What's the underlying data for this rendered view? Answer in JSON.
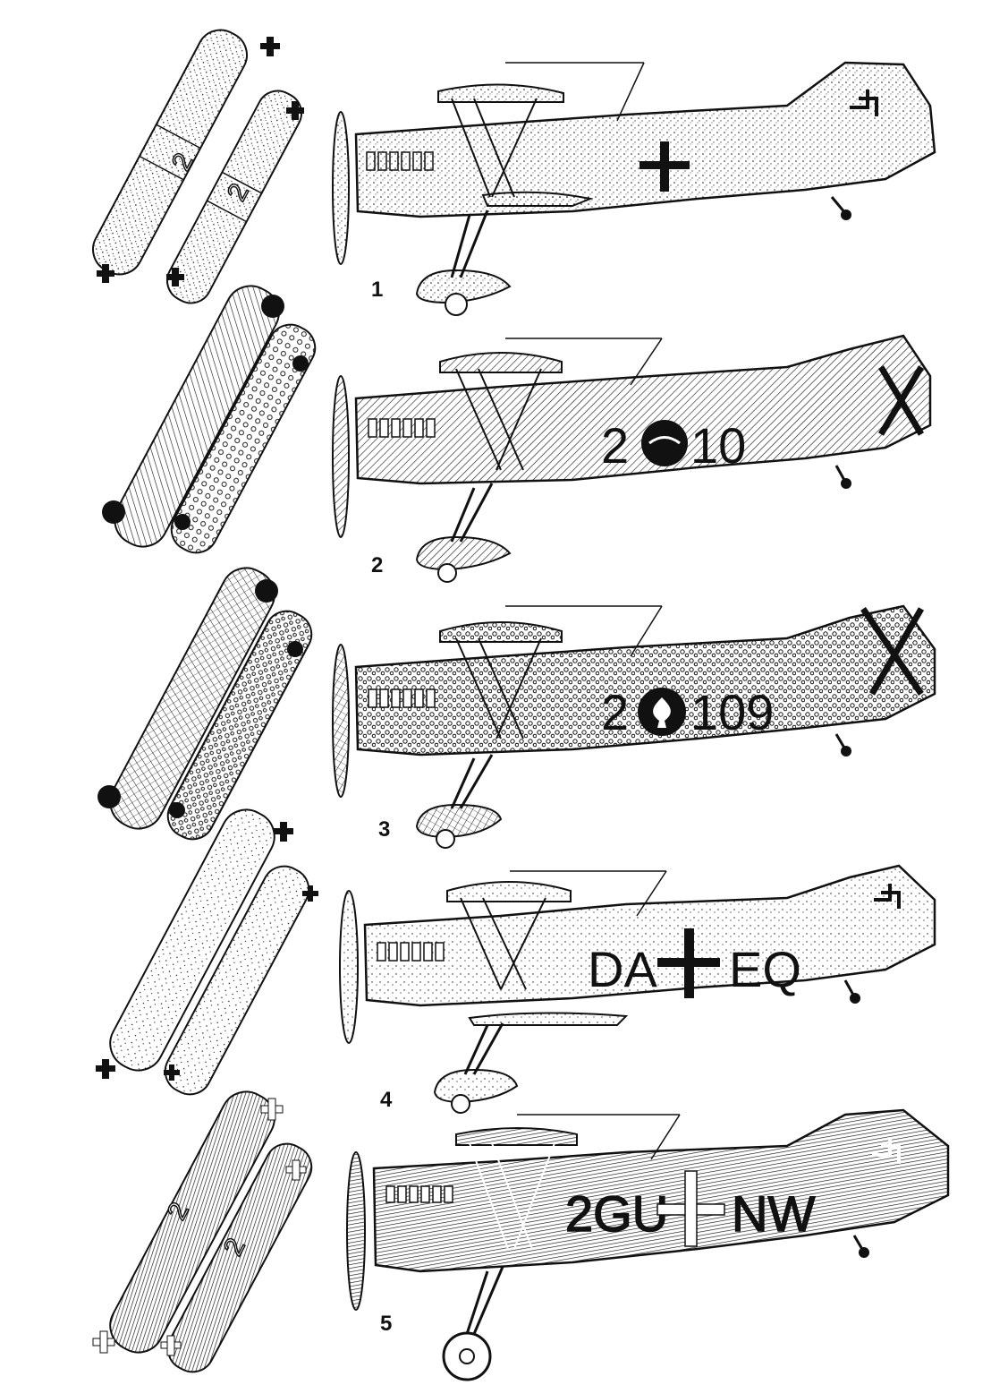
{
  "plate": {
    "variants": [
      {
        "number": "1",
        "wing_marking": "cross",
        "wing_code": "2",
        "tail_marking": "swastika",
        "fuselage_code_left": "",
        "fuselage_code_right": "",
        "fuselage_insignia": "cross",
        "pattern": "stipple"
      },
      {
        "number": "2",
        "wing_marking": "disc",
        "wing_code": "",
        "tail_marking": "saltire",
        "fuselage_code_left": "2",
        "fuselage_code_right": "10",
        "fuselage_insignia": "disc-bird",
        "pattern": "hatched"
      },
      {
        "number": "3",
        "wing_marking": "disc",
        "wing_code": "",
        "tail_marking": "saltire",
        "fuselage_code_left": "2",
        "fuselage_code_right": "109",
        "fuselage_insignia": "disc-spade",
        "pattern": "mottled"
      },
      {
        "number": "4",
        "wing_marking": "cross",
        "wing_code": "",
        "tail_marking": "swastika",
        "fuselage_code_left": "DA",
        "fuselage_code_right": "EQ",
        "fuselage_insignia": "cross",
        "pattern": "stipple-light"
      },
      {
        "number": "5",
        "wing_marking": "cross",
        "wing_code": "2",
        "tail_marking": "swastika",
        "fuselage_code_left": "2GU",
        "fuselage_code_right": "NW",
        "fuselage_insignia": "cross",
        "pattern": "dense-hatch"
      }
    ]
  },
  "colors": {
    "ink": "#111111",
    "paper": "#ffffff",
    "mid": "#555555"
  }
}
